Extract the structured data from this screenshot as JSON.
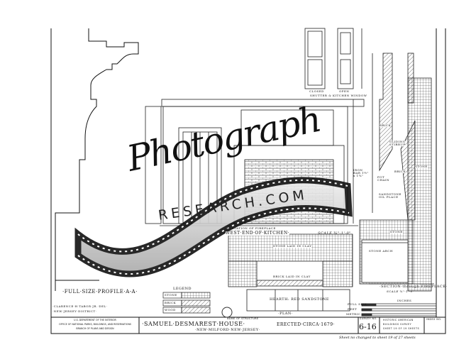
{
  "profile": {
    "label": "·FULL·SIZE·PROFILE·A-A·"
  },
  "delineator": {
    "name": "·CLARENCE·H·TABOR·JR.·DEL·",
    "district": "·NEW·JERSEY·DISTRICT·"
  },
  "legend": {
    "title": "LEGEND",
    "items": [
      "STONE",
      "BRICK",
      "WOOD"
    ]
  },
  "shutter": {
    "label": "SHUTTER & KITCHEN WINDOW",
    "closed": "CLOSED",
    "open": "OPEN"
  },
  "elevation": {
    "caption": "ELEVATION OF FIREPLACE",
    "title": "WEST·END·OF·KITCHEN·",
    "scale": "SCALE ¾\"-1'-0\""
  },
  "plan": {
    "stone": "STONE LAID IN CLAY",
    "brick": "BRICK LAID IN CLAY",
    "hearth": "HEARTH: RED SANDSTONE",
    "label": "·PLAN·"
  },
  "section": {
    "brick": "BRICK",
    "stirrup": "GLIDING STIRRUP",
    "iron_bar": "IRON BAR 1½\" x 1¾\"",
    "pot_chain": "POT CHAIN",
    "brick2": "BRICK",
    "sandstone": "SANDSTONE OIL PLACE",
    "stone": "STONE",
    "stone2": "STONE",
    "arch": "STONE ARCH",
    "title": "·SECTION·through·FIREPLACE·",
    "scale": "SCALE ¾\"-1'-0\""
  },
  "scales": {
    "full": "FULL SIZE",
    "inches": "INCHES",
    "feet": "FEET",
    "metric": "METRIC"
  },
  "title_block": {
    "dept": [
      "U.S. DEPARTMENT OF THE INTERIOR",
      "OFFICE OF NATIONAL PARKS, BUILDINGS, AND RESERVATIONS",
      "BRANCH OF PLANS AND DESIGN"
    ],
    "name_label": "NAME OF STRUCTURE",
    "name": "·SAMUEL·DESMAREST·HOUSE·",
    "erected": "ERECTED·CIRCA·1679·",
    "location": "·NEW·MILFORD·NEW·JERSEY·",
    "survey_label": "SURVEY NO.",
    "survey_no": "6-16",
    "habs": [
      "HISTORIC AMERICAN",
      "BUILDINGS SURVEY",
      "SHEET 19 OF 19 SHEETS"
    ],
    "index_label": "INDEX NO."
  },
  "note": "Sheet no changed to sheet 19 of 27 sheets",
  "watermark": {
    "script": "Photograph",
    "sub": "RESEARCH.COM"
  }
}
